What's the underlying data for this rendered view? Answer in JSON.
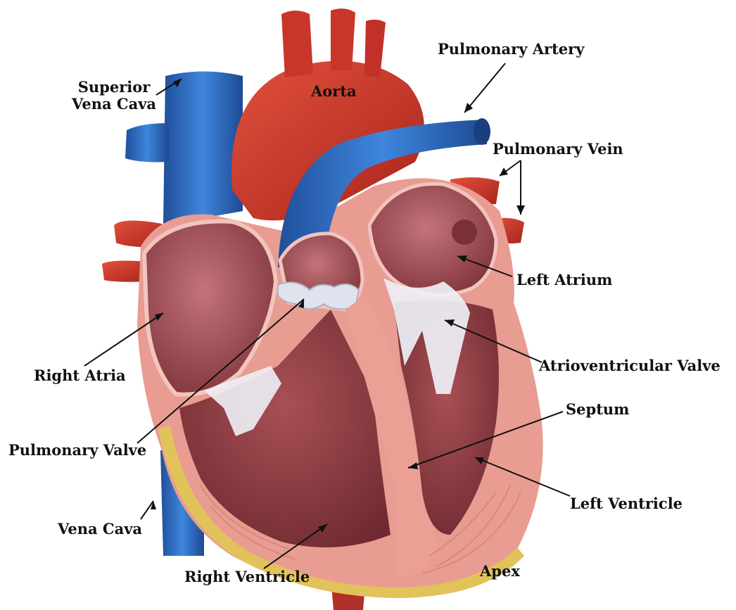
{
  "labels": {
    "superior_vena_cava": [
      "Superior",
      "Vena Cava"
    ],
    "aorta": "Aorta",
    "pulmonary_artery": "Pulmonary Artery",
    "pulmonary_vein": "Pulmonary Vein",
    "left_atrium": "Left Atrium",
    "atrioventricular_valve": "Atrioventricular Valve",
    "septum": "Septum",
    "left_ventricle": "Left Ventricle",
    "apex": "Apex",
    "right_ventricle": "Right Ventricle",
    "vena_cava": "Vena Cava",
    "pulmonary_valve": "Pulmonary Valve",
    "right_atria": "Right Atria"
  },
  "colors": {
    "vein_blue": "#2f6cc4",
    "artery_red": "#c8362a",
    "myocardium_pink": "#e89c92",
    "chamber_interior": "#9a4a4e",
    "valve_white": "#eef0f6",
    "fat_yellow": "#e2c25a"
  }
}
